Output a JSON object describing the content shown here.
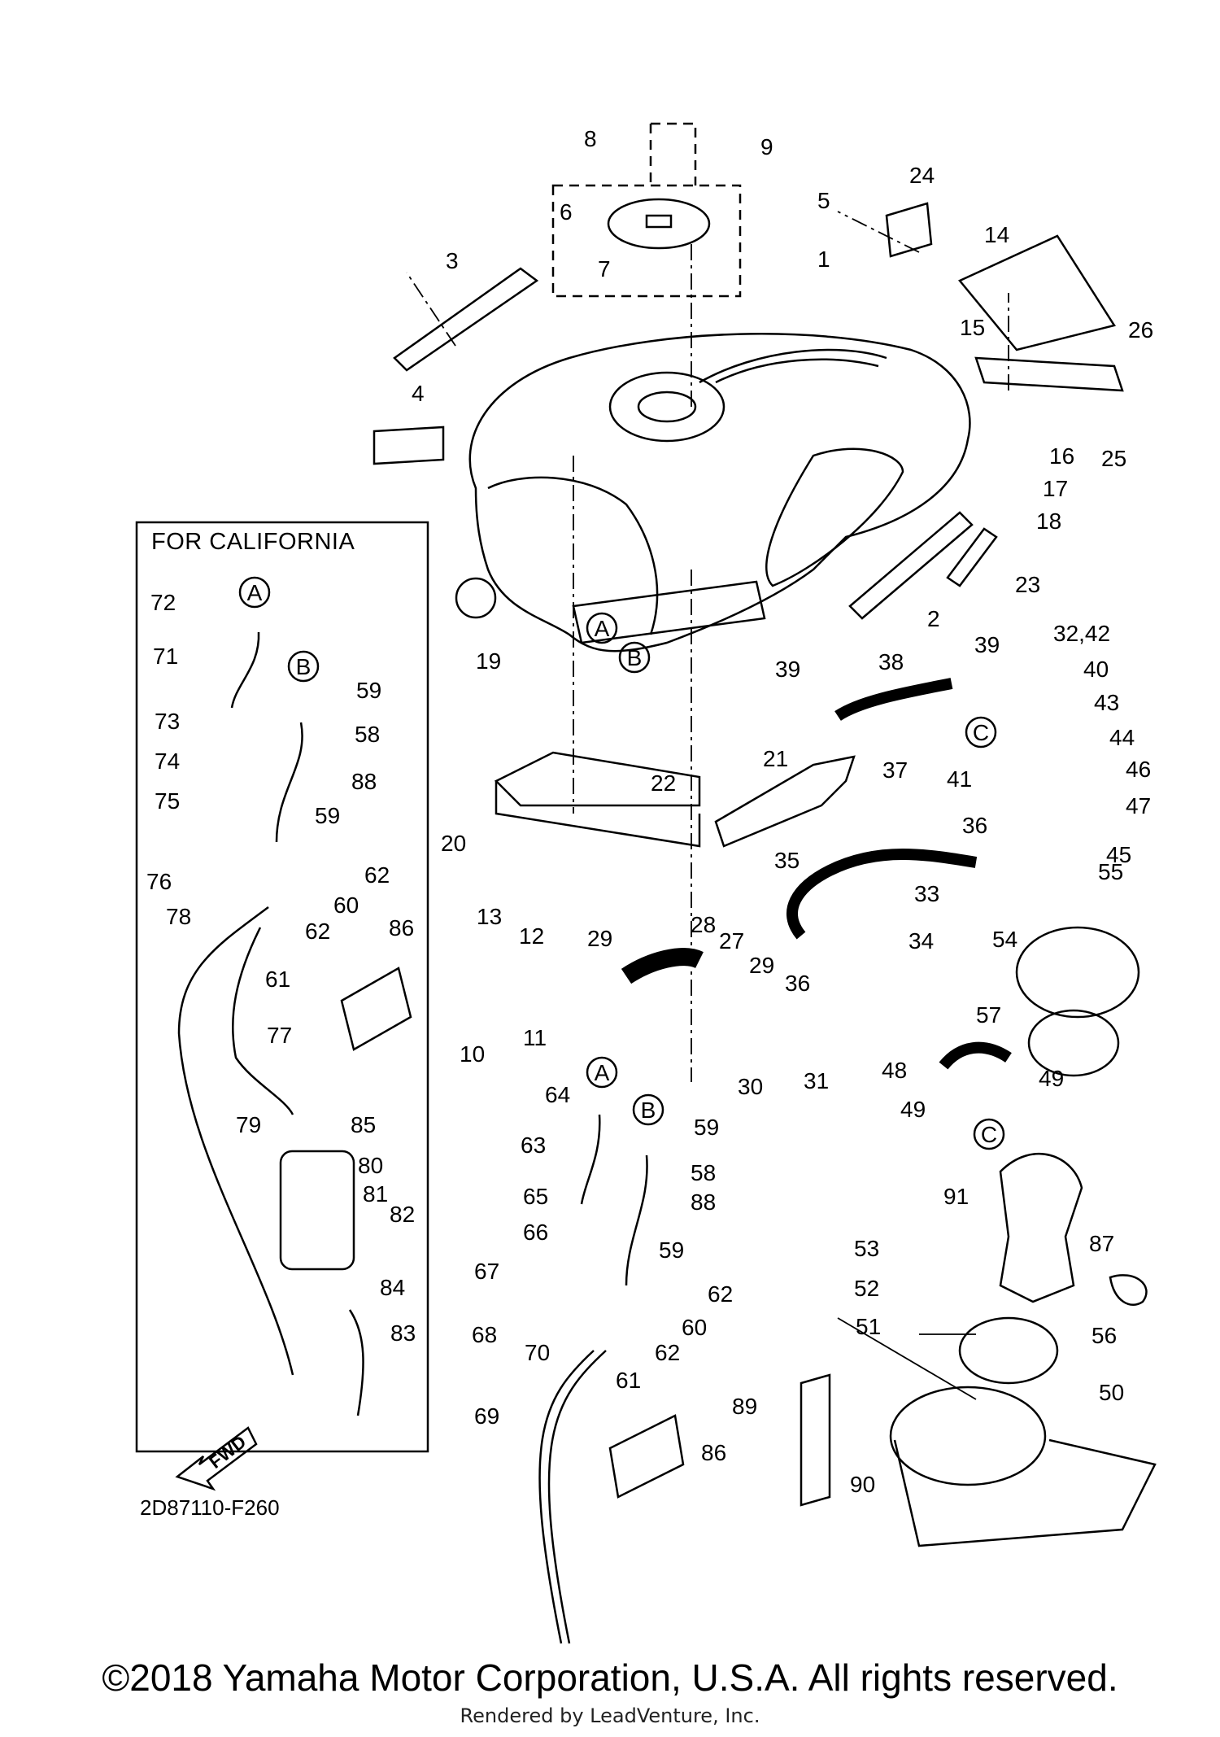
{
  "box_title": "FOR CALIFORNIA",
  "diagram_code": "2D87110-F260",
  "fwd_label": "FWD",
  "copyright": "©2018 Yamaha Motor Corporation, U.S.A. All rights reserved.",
  "rendered_by": "Rendered by LeadVenture, Inc.",
  "callout_letters": [
    "A",
    "B",
    "C"
  ],
  "part_numbers": [
    "1",
    "2",
    "3",
    "4",
    "5",
    "6",
    "7",
    "8",
    "9",
    "10",
    "11",
    "12",
    "13",
    "14",
    "15",
    "16",
    "17",
    "18",
    "19",
    "20",
    "21",
    "22",
    "23",
    "24",
    "25",
    "26",
    "27",
    "28",
    "29",
    "30",
    "31",
    "32,42",
    "33",
    "34",
    "35",
    "36",
    "37",
    "38",
    "39",
    "40",
    "41",
    "43",
    "44",
    "45",
    "46",
    "47",
    "48",
    "49",
    "50",
    "51",
    "52",
    "53",
    "54",
    "55",
    "56",
    "57",
    "58",
    "59",
    "60",
    "61",
    "62",
    "63",
    "64",
    "65",
    "66",
    "67",
    "68",
    "69",
    "70",
    "71",
    "72",
    "73",
    "74",
    "75",
    "76",
    "77",
    "78",
    "79",
    "80",
    "81",
    "82",
    "83",
    "84",
    "85",
    "86",
    "87",
    "88",
    "89",
    "90",
    "91"
  ]
}
